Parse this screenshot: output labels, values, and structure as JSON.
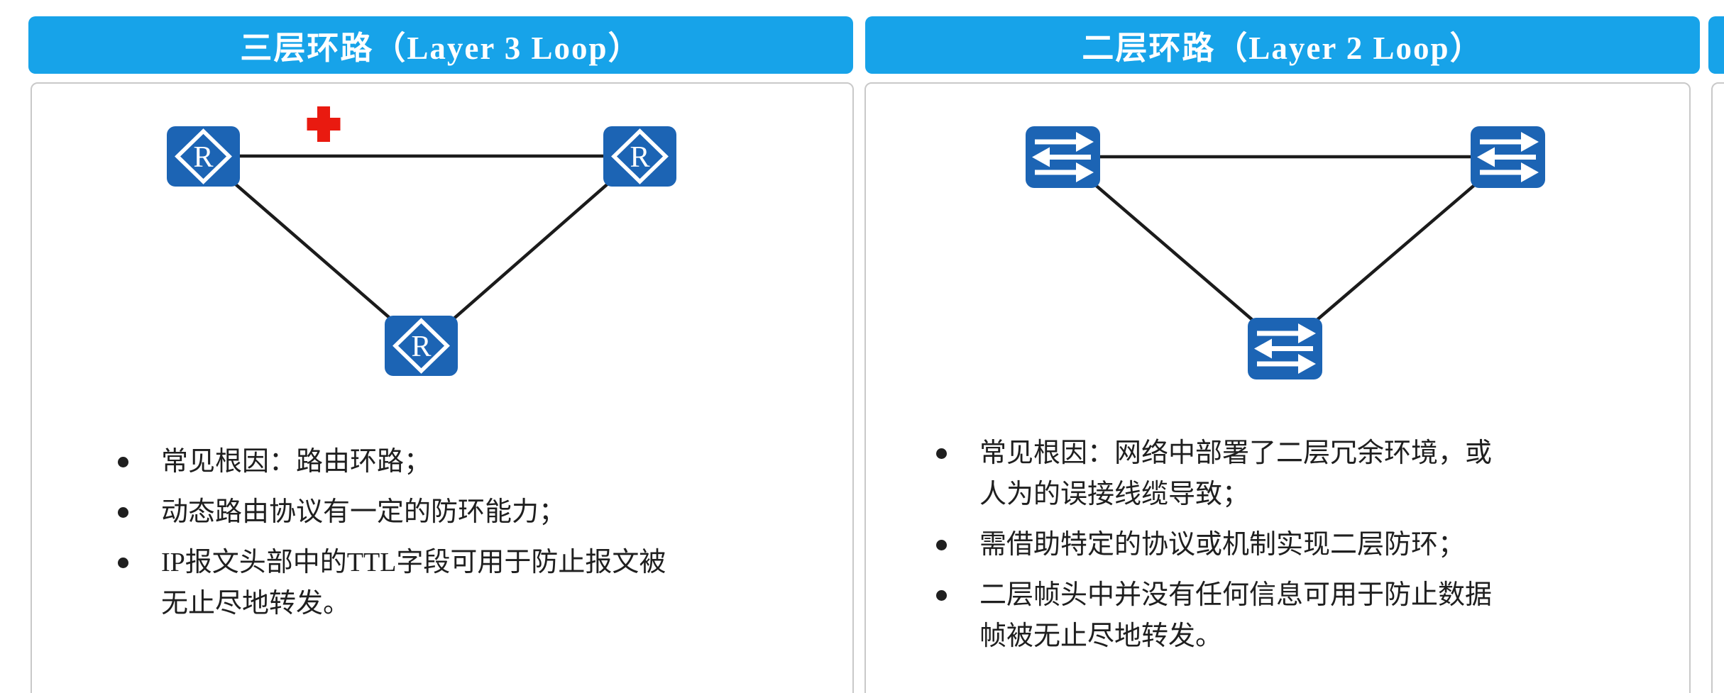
{
  "left_panel": {
    "title": "三层环路（Layer 3 Loop）",
    "node_type": "router-icon",
    "node_letter": "R",
    "marker": "red-cross-blocked",
    "bullets": [
      "常见根因：路由环路；",
      "动态路由协议有一定的防环能力；",
      "IP报文头部中的TTL字段可用于防止报文被无止尽地转发。"
    ]
  },
  "right_panel": {
    "title": "二层环路（Layer 2 Loop）",
    "node_type": "switch-icon",
    "bullets": [
      "常见根因：网络中部署了二层冗余环境，或人为的误接线缆导致；",
      "需借助特定的协议或机制实现二层防环；",
      "二层帧头中并没有任何信息可用于防止数据帧被无止尽地转发。"
    ]
  },
  "colors": {
    "header_bg": "#17a3e9",
    "header_text": "#ffffff",
    "node_blue": "#1c64b4",
    "cross_red": "#e91a10",
    "link_line": "#1b1b1b",
    "card_border": "#c9c9c9",
    "body_text": "#1f1f1f"
  }
}
